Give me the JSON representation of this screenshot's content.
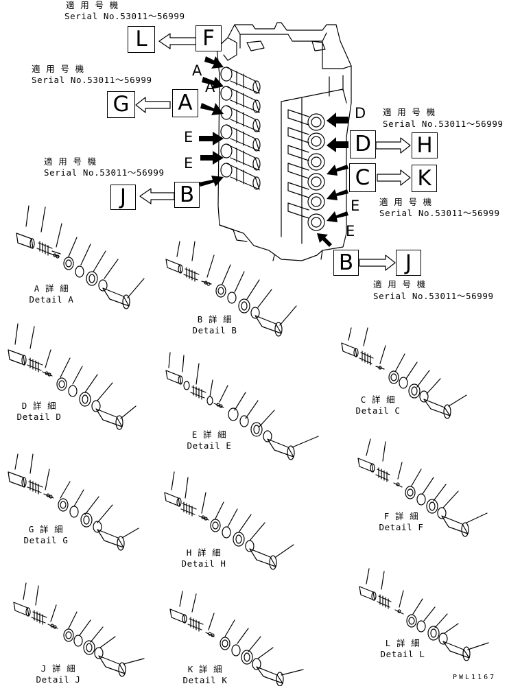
{
  "serial_notes": [
    {
      "id": "top",
      "title": "適 用 号 機",
      "serial": "Serial No.53011〜56999"
    },
    {
      "id": "left-upper",
      "title": "適 用 号 機",
      "serial": "Serial No.53011〜56999"
    },
    {
      "id": "left-lower",
      "title": "適 用 号 機",
      "serial": "Serial No.53011〜56999"
    },
    {
      "id": "right-upper",
      "title": "適 用 号 機",
      "serial": "Serial No.53011〜56999"
    },
    {
      "id": "right-middle",
      "title": "適 用 号 機",
      "serial": "Serial No.53011〜56999"
    },
    {
      "id": "right-lower",
      "title": "適 用 号 機",
      "serial": "Serial No.53011〜56999"
    }
  ],
  "boxes": {
    "L": "L",
    "F": "F",
    "G": "G",
    "A": "A",
    "J1": "J",
    "B1": "B",
    "D": "D",
    "H": "H",
    "C": "C",
    "K": "K",
    "B2": "B",
    "J2": "J"
  },
  "arrow_letters": {
    "a1": "A",
    "a2": "A",
    "e1": "E",
    "e2": "E",
    "d1": "D",
    "e3": "E",
    "e4": "E"
  },
  "details": [
    {
      "id": "A",
      "jp": "A 詳 細",
      "en": "Detail A"
    },
    {
      "id": "B",
      "jp": "B 詳 細",
      "en": "Detail B"
    },
    {
      "id": "D",
      "jp": "D 詳 細",
      "en": "Detail D"
    },
    {
      "id": "E",
      "jp": "E 詳 細",
      "en": "Detail E"
    },
    {
      "id": "C",
      "jp": "C 詳 細",
      "en": "Detail C"
    },
    {
      "id": "G",
      "jp": "G 詳 細",
      "en": "Detail G"
    },
    {
      "id": "H",
      "jp": "H 詳 細",
      "en": "Detail H"
    },
    {
      "id": "F",
      "jp": "F 詳 細",
      "en": "Detail F"
    },
    {
      "id": "J",
      "jp": "J 詳 細",
      "en": "Detail J"
    },
    {
      "id": "K",
      "jp": "K 詳 細",
      "en": "Detail K"
    },
    {
      "id": "L",
      "jp": "L 詳 細",
      "en": "Detail L"
    }
  ],
  "drawing_code": "PWL1167"
}
